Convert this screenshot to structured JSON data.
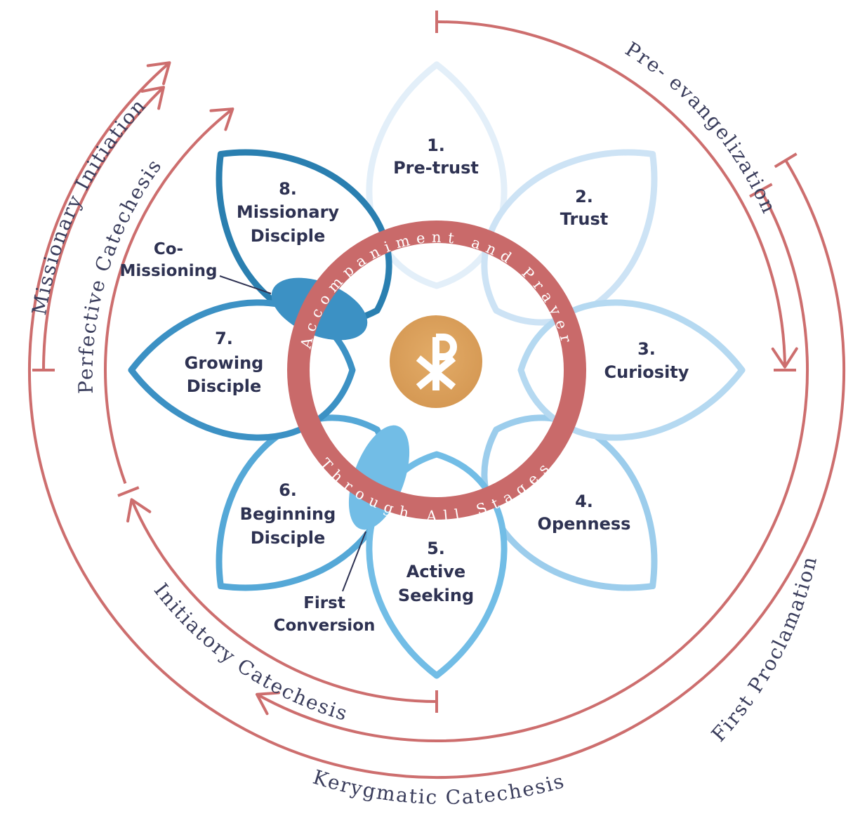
{
  "colors": {
    "arrows": "#cd6e6e",
    "ring": "#c96a6a",
    "center_medallion": "#dca25f",
    "text": "#2e3252",
    "petal_1": "#e3eff9",
    "petal_2": "#cde3f5",
    "petal_3": "#b5d9f1",
    "petal_4": "#9ccdec",
    "petal_5": "#72bde6",
    "petal_6": "#55a8d7",
    "petal_7": "#3c91c4",
    "petal_8": "#2a7fb0"
  },
  "center_symbol": "chi-rho-icon",
  "ring_text": {
    "top": "Accompaniment and Prayer",
    "bottom": "Through All Stages"
  },
  "stages": [
    {
      "number": "1.",
      "lines": [
        "Pre-trust"
      ]
    },
    {
      "number": "2.",
      "lines": [
        "Trust"
      ]
    },
    {
      "number": "3.",
      "lines": [
        "Curiosity"
      ]
    },
    {
      "number": "4.",
      "lines": [
        "Openness"
      ]
    },
    {
      "number": "5.",
      "lines": [
        "Active",
        "Seeking"
      ]
    },
    {
      "number": "6.",
      "lines": [
        "Beginning",
        "Disciple"
      ]
    },
    {
      "number": "7.",
      "lines": [
        "Growing",
        "Disciple"
      ]
    },
    {
      "number": "8.",
      "lines": [
        "Missionary",
        "Disciple"
      ]
    }
  ],
  "annotations": {
    "co_missioning": [
      "Co-",
      "Missioning"
    ],
    "first_conversion": [
      "First",
      "Conversion"
    ]
  },
  "arc_labels": {
    "pre_evangelization": "Pre- evangelization",
    "first_proclamation": "First Proclamation",
    "kerygmatic_catechesis": "Kerygmatic Catechesis",
    "initiatory_catechesis": "Initiatory Catechesis",
    "perfective_catechesis": "Perfective Catechesis",
    "missionary_initiation": "Missionary Initiation"
  }
}
